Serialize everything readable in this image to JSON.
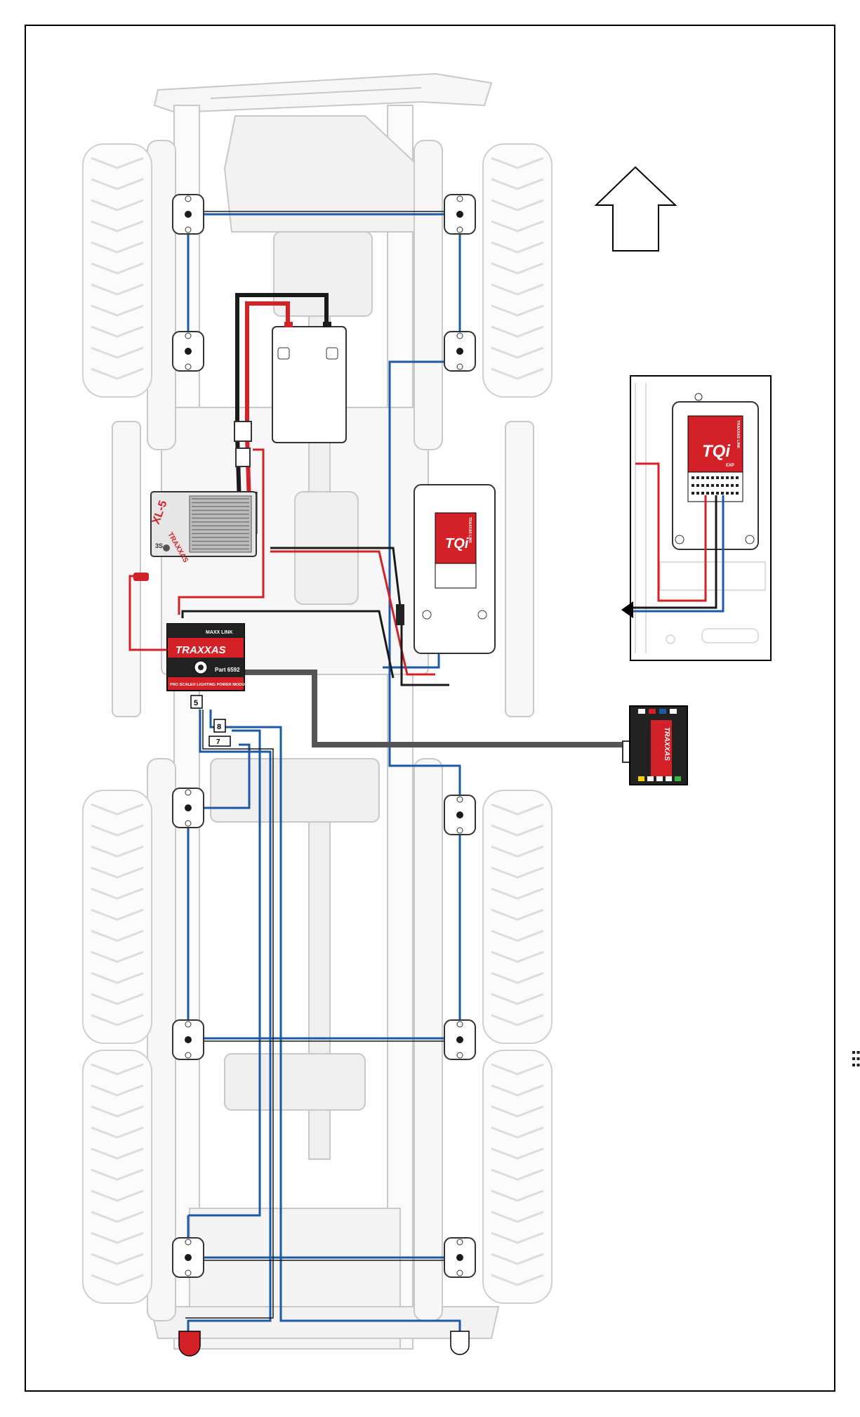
{
  "colors": {
    "frame": "#000000",
    "chassis_outline": "#c8c8c8",
    "chassis_fill": "#f3f3f3",
    "tire": "#d9d9d9",
    "wire_blue": "#1d5aa6",
    "wire_red": "#d42027",
    "wire_black": "#1a1a1a",
    "module_red": "#d42027",
    "module_dark": "#222222",
    "cable_gray": "#555555"
  },
  "esc": {
    "brand": "TRAXXAS",
    "model": "XL-5",
    "badge": "3S"
  },
  "power_module": {
    "brand": "TRAXXAS",
    "tag": "MAXX LINK",
    "title": "PRO SCALE® LIGHTING POWER MODULE",
    "part": "Part 6592"
  },
  "receiver": {
    "brand": "TRAXXAS",
    "link_label": "TRAXXAS LINK",
    "model": "TQi"
  },
  "inset_receiver": {
    "brand": "TRAXXAS",
    "link_label": "TRAXXAS LINK",
    "model": "TQi",
    "port_label": "EXP"
  },
  "light_controller": {
    "brand": "TRAXXAS"
  },
  "connector_labels": {
    "harness_a": "5",
    "harness_b": "8",
    "harness_c": "7"
  },
  "icons": {
    "forward_arrow": "outline-up-arrow-icon",
    "inset_arrow": "left-arrow-icon",
    "light_red": "red-light-bulb-icon",
    "light_white": "white-light-bulb-icon"
  }
}
